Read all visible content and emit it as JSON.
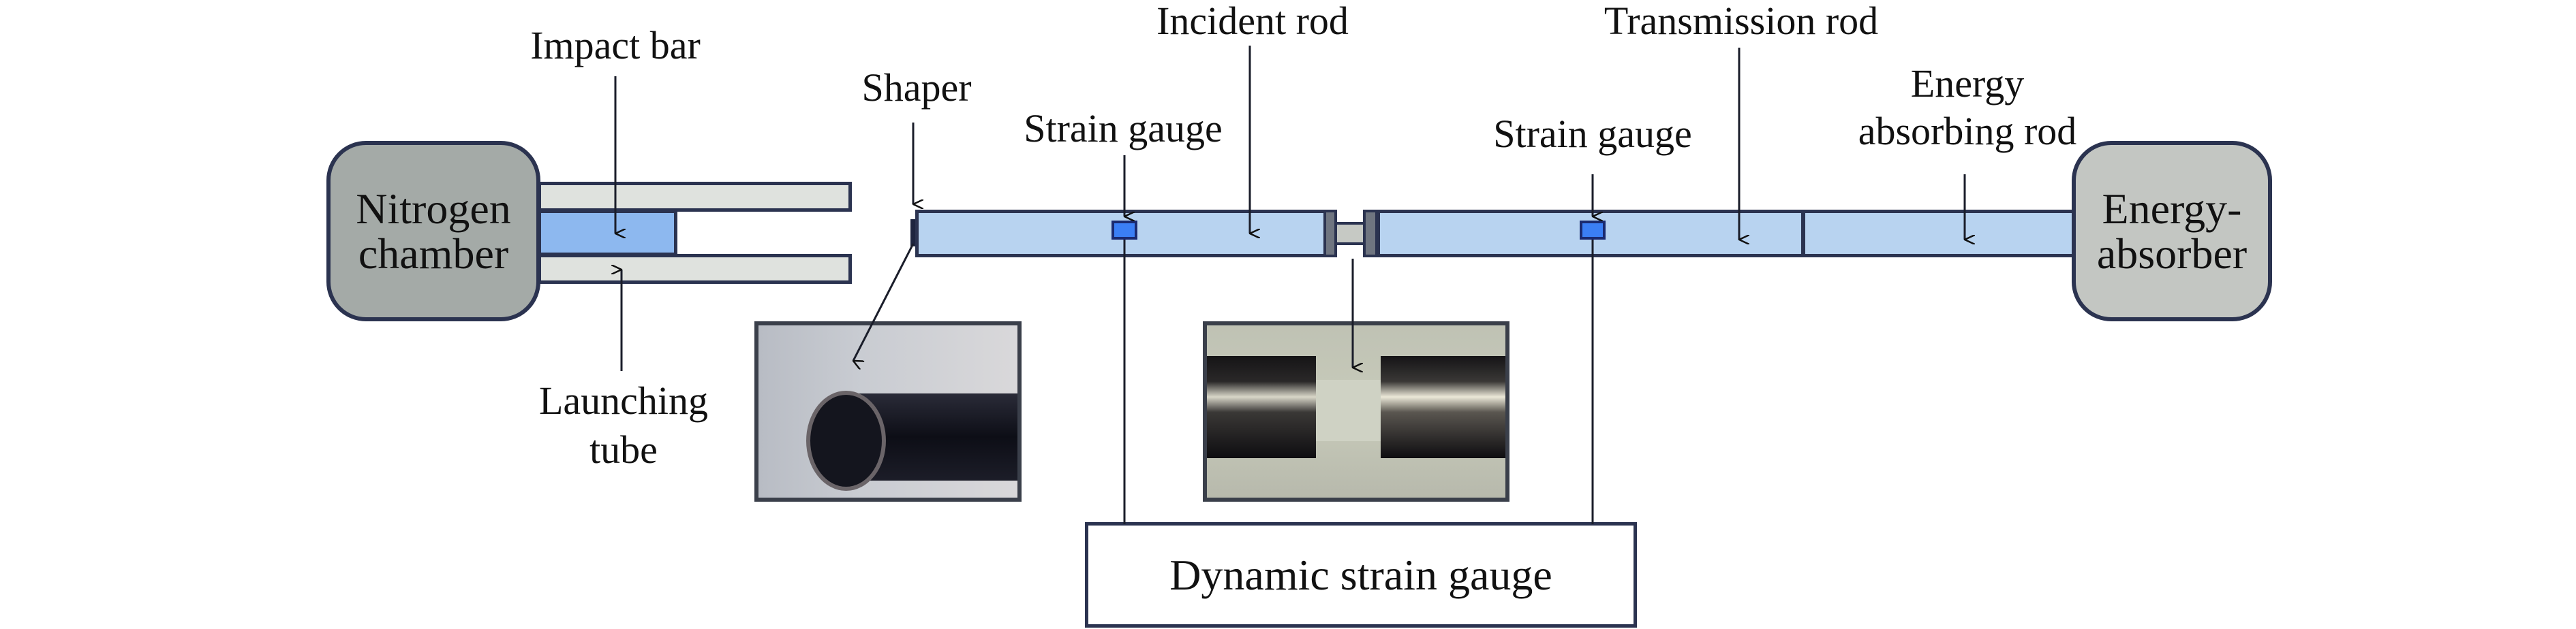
{
  "diagram": {
    "type": "split-hopkinson-pressure-bar-schematic",
    "labels": {
      "impact_bar": "Impact bar",
      "shaper": "Shaper",
      "incident_rod": "Incident rod",
      "strain_gauge_1": "Strain gauge",
      "strain_gauge_2": "Strain gauge",
      "transmission_rod": "Transmission rod",
      "energy_absorbing_rod_line1": "Energy",
      "energy_absorbing_rod_line2": "absorbing rod",
      "launching_tube_line1": "Launching",
      "launching_tube_line2": "tube",
      "dynamic_strain_gauge": "Dynamic strain gauge"
    },
    "nodes": {
      "nitrogen_chamber_line1": "Nitrogen",
      "nitrogen_chamber_line2": "chamber",
      "energy_absorber_line1": "Energy-",
      "energy_absorber_line2": "absorber"
    },
    "photos": {
      "shaper_photo": "shaper-photo",
      "specimen_photo": "specimen-photo"
    },
    "colors": {
      "rod_fill": "#b8d3f0",
      "impact_bar_fill": "#8db8ef",
      "gauge_fill": "#3b7ff5",
      "tube_fill": "#dfe2de",
      "chamber_fill": "#a4aaa7",
      "absorber_fill": "#c3c6c2",
      "outline": "#2b3350"
    }
  }
}
